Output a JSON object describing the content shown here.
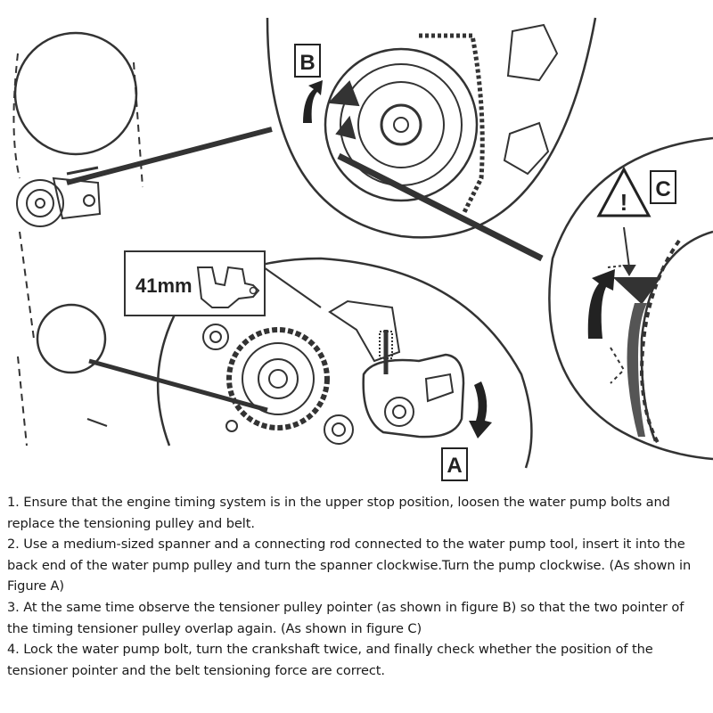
{
  "figure": {
    "label_a": "A",
    "label_b": "B",
    "label_c": "C",
    "spanner_size": "41mm",
    "warning_symbol": "!",
    "icons": [
      "warning-triangle-icon",
      "rotation-arrow-icon"
    ]
  },
  "instructions": [
    "1. Ensure that the engine timing system is in the upper stop position, loosen the water pump bolts and replace the tensioning pulley and belt.",
    "2. Use a medium-sized spanner and a connecting rod connected to the water pump tool, insert it into the back end of the water pump pulley and turn the spanner clockwise.Turn the pump clockwise. (As shown in Figure A)",
    "3. At the same time observe the tensioner pulley pointer (as shown in figure B) so that the two pointer of the timing tensioner pulley overlap again. (As shown in figure C)",
    "4. Lock the water pump bolt, turn the crankshaft twice, and finally check whether the position of the tensioner pointer and the belt tensioning force are correct."
  ]
}
